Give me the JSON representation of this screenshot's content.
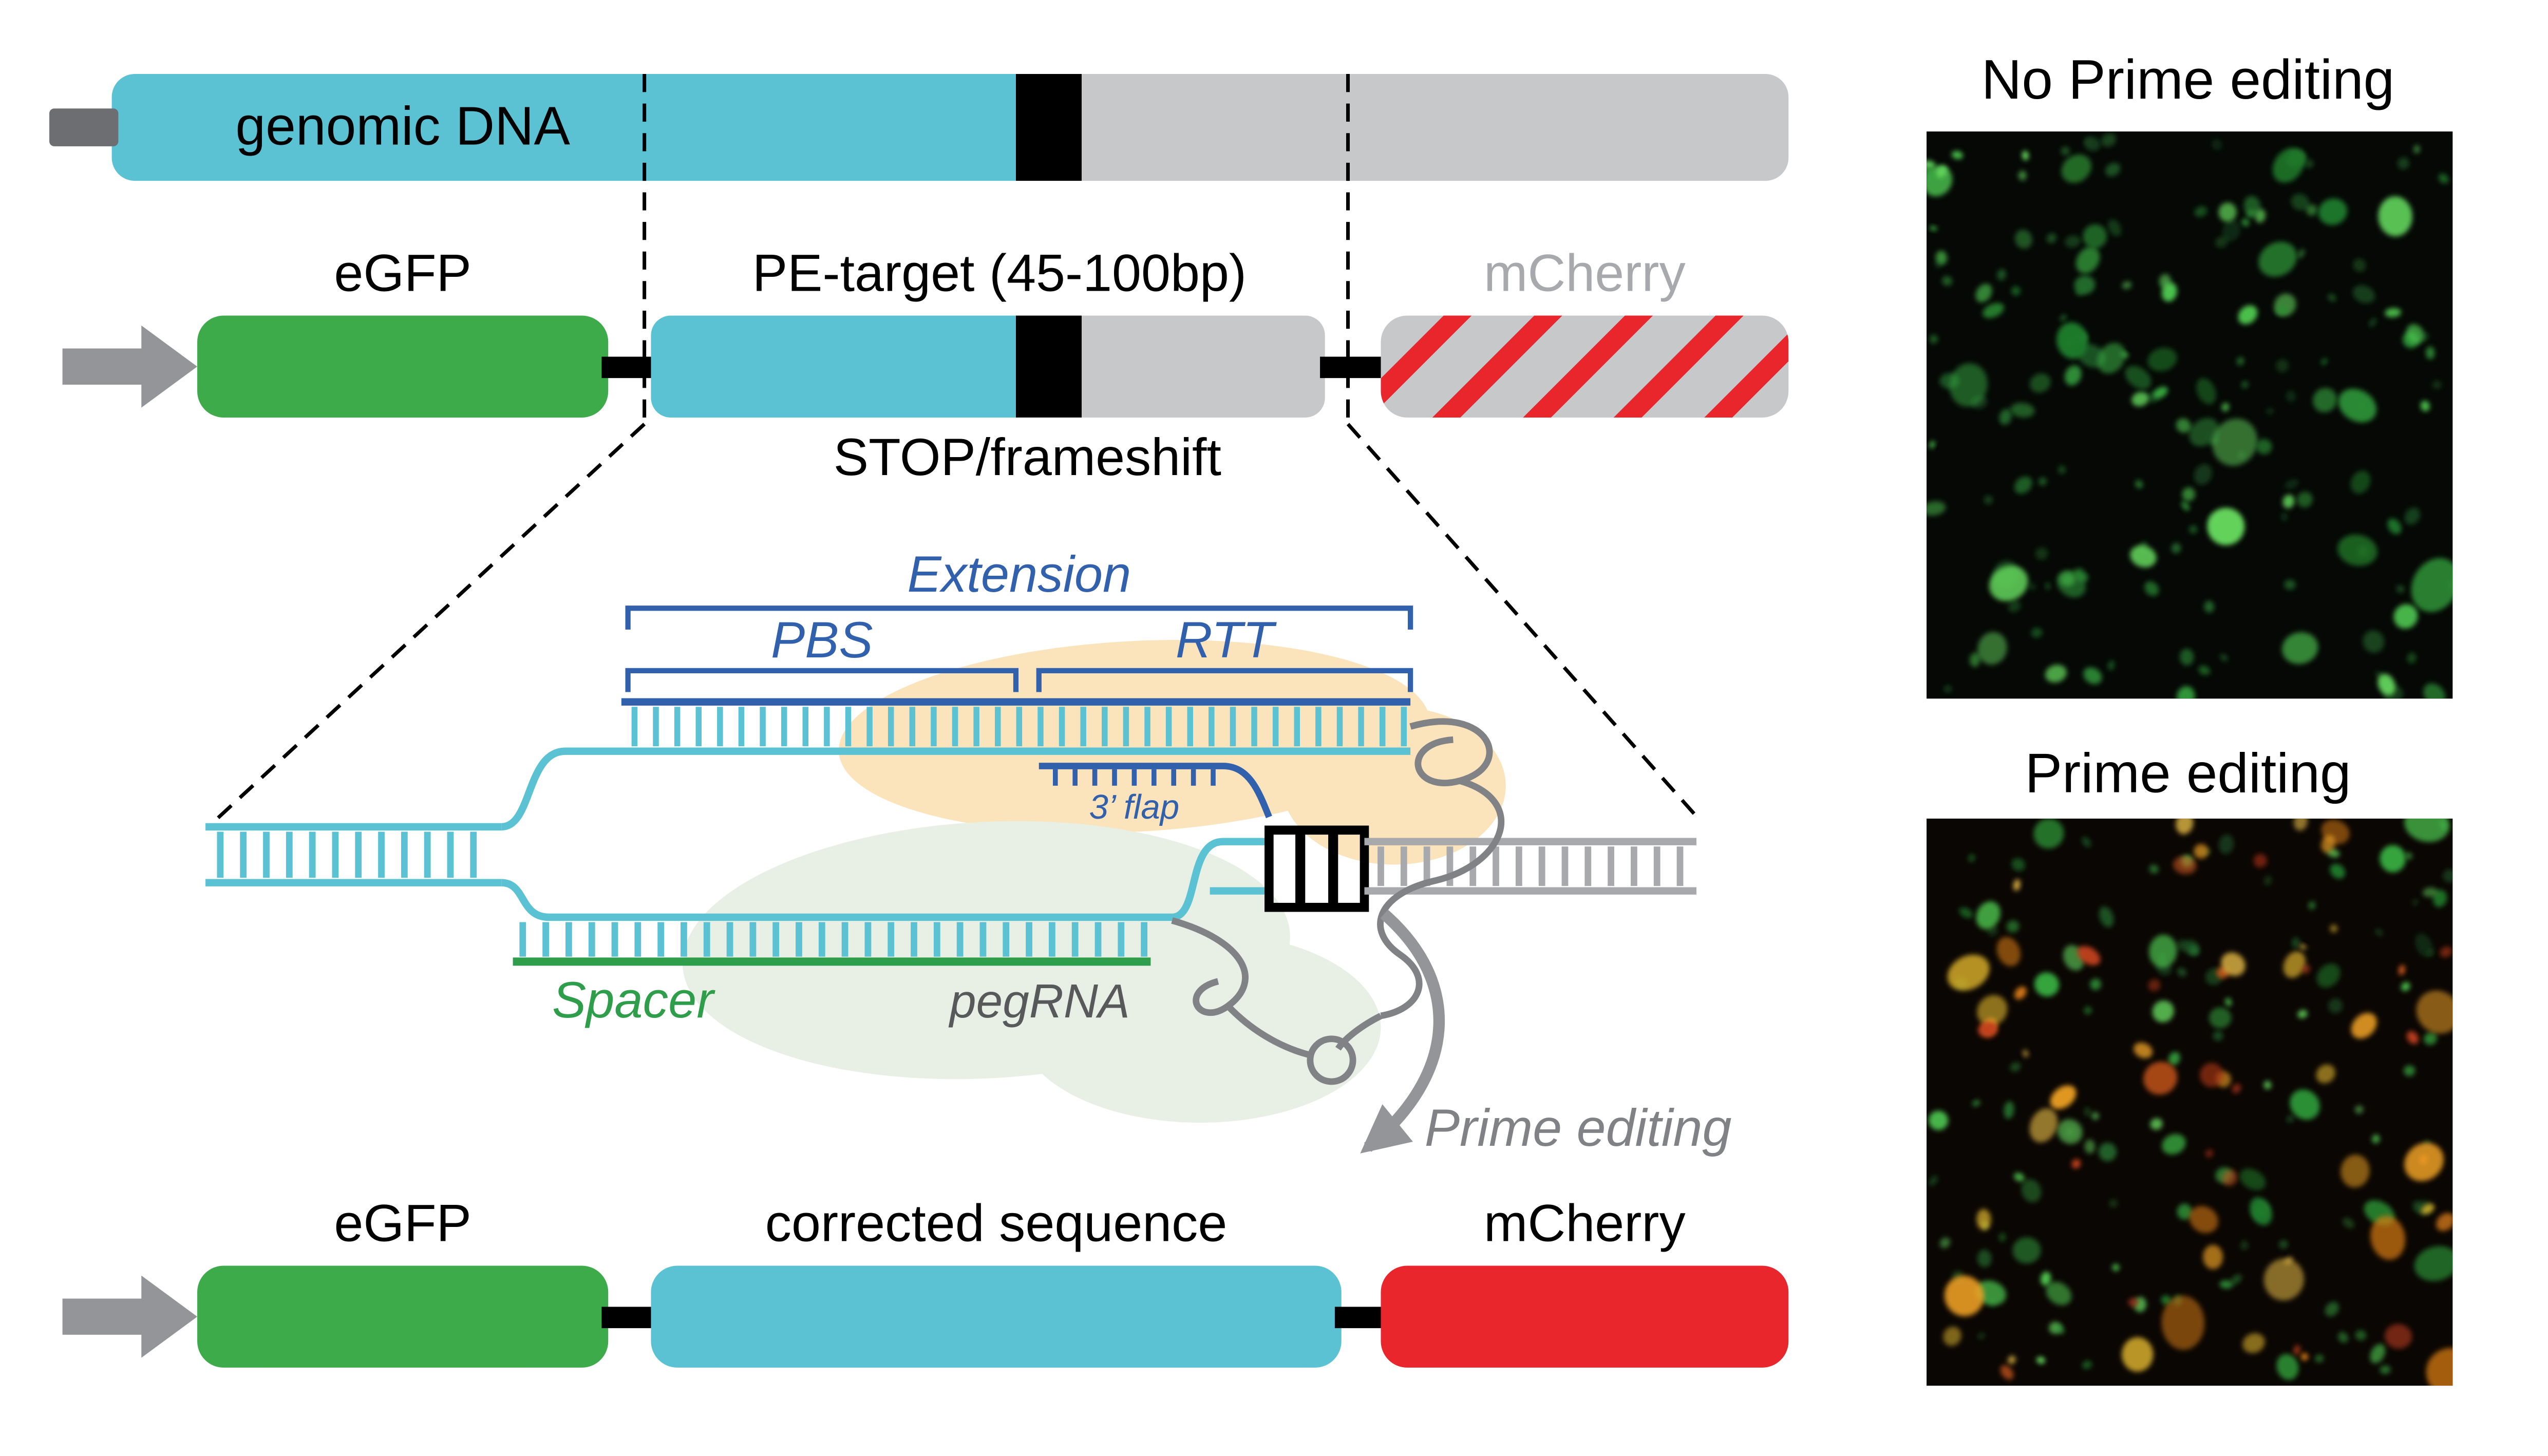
{
  "colors": {
    "cyan": "#5BC2D4",
    "green": "#3DAB4A",
    "red": "#E8262B",
    "gray_bar": "#C7C8CA",
    "gray_arrow": "#939598",
    "blue": "#3160AD",
    "spacer_green": "#2E9E4B",
    "scaffold_gray": "#808285",
    "label_gray": "#A7A9AC",
    "text_gray": "#58595B",
    "orange_blob": "#FBE3BC",
    "sage_blob": "#E8EFE4",
    "stub_gray": "#6D6E71"
  },
  "genomic_row": {
    "label": "genomic DNA"
  },
  "reporter_row": {
    "egfp_label": "eGFP",
    "pe_target_label": "PE-target (45-100bp)",
    "stop_label": "STOP/frameshift",
    "mcherry_label": "mCherry"
  },
  "mechanism": {
    "extension_label": "Extension",
    "pbs_label": "PBS",
    "rtt_label": "RTT",
    "flap_label": "3’ flap",
    "spacer_label": "Spacer",
    "pegrna_label": "pegRNA",
    "prime_editing_label": "Prime editing"
  },
  "edited_row": {
    "egfp_label": "eGFP",
    "corrected_label": "corrected sequence",
    "mcherry_label": "mCherry"
  },
  "micrographs": [
    {
      "title": "No Prime editing",
      "seed": 1337,
      "bg": "#050805",
      "layers": [
        {
          "palette": "dim_green",
          "count": 70,
          "max": 7
        },
        {
          "palette": "green",
          "count": 95,
          "max": 12
        }
      ]
    },
    {
      "title": "Prime editing",
      "seed": 4242,
      "bg": "#0a0603",
      "layers": [
        {
          "palette": "dim_green",
          "count": 45,
          "max": 6
        },
        {
          "palette": "green",
          "count": 70,
          "max": 11
        },
        {
          "palette": "warm",
          "count": 48,
          "max": 15
        },
        {
          "palette": "red",
          "count": 14,
          "max": 8
        }
      ]
    }
  ],
  "palettes": {
    "green": [
      "#36a63f",
      "#4cc24d",
      "#2c8f35",
      "#63d45c",
      "#1f7a2a"
    ],
    "dim_green": [
      "#1c5423",
      "#246b2c",
      "#17421d"
    ],
    "warm": [
      "#f0a224",
      "#e5b92e",
      "#d97c16",
      "#c9561a",
      "#f3c64a"
    ],
    "red": [
      "#a63317",
      "#c2401c",
      "#8f2a12"
    ]
  }
}
